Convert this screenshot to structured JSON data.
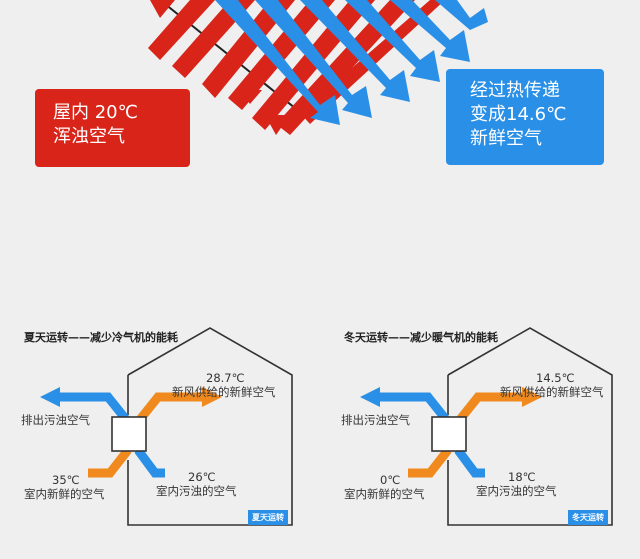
{
  "callouts": {
    "indoor": {
      "line1": "屋内 20℃",
      "line2": "浑浊空气"
    },
    "transfer": {
      "line1": "经过热传递",
      "line2": "变成14.6℃",
      "line3": "新鲜空气"
    }
  },
  "summer": {
    "title": "夏天运转——减少冷气机的能耗",
    "exhaust_label": "排出污浊空气",
    "supply_temp": "28.7℃",
    "supply_label": "新风供给的新鲜空气",
    "outdoor_temp": "35℃",
    "outdoor_label": "室内新鲜的空气",
    "indoor_temp": "26℃",
    "indoor_label": "室内污浊的空气",
    "badge": "夏天运转"
  },
  "winter": {
    "title": "冬天运转——减少暖气机的能耗",
    "exhaust_label": "排出污浊空气",
    "supply_temp": "14.5℃",
    "supply_label": "新风供给的新鲜空气",
    "outdoor_temp": "0℃",
    "outdoor_label": "室内新鲜的空气",
    "indoor_temp": "18℃",
    "indoor_label": "室内污浊的空气",
    "badge": "冬天运转"
  },
  "colors": {
    "red": "#d9241a",
    "blue": "#2a8fe6",
    "orange": "#f08a1e"
  }
}
